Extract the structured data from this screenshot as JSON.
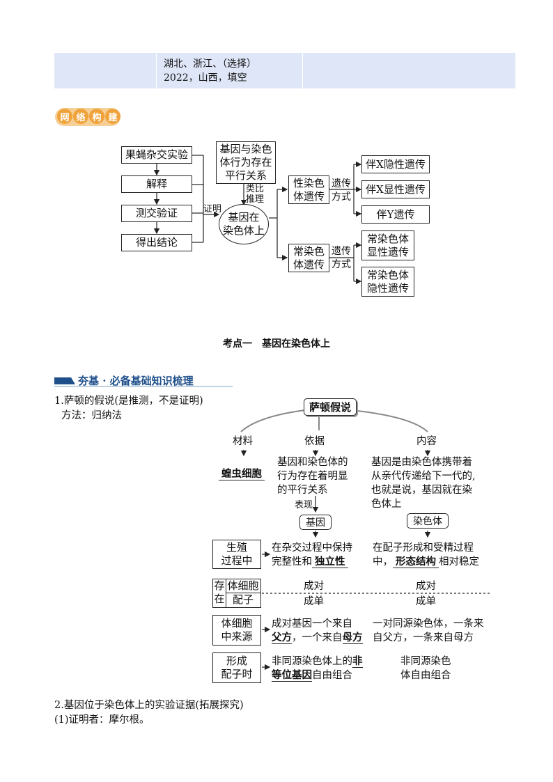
{
  "table_row": {
    "line1": "湖北、浙江、（选择）",
    "line2": "2022，山西，填空"
  },
  "badge": {
    "chars": [
      "网",
      "络",
      "构",
      "建"
    ]
  },
  "network": {
    "left_steps": [
      "果蝇杂交实验",
      "解释",
      "测交验证",
      "得出结论"
    ],
    "proof_label": "证明",
    "theory_box": [
      "基因与染色",
      "体行为存在",
      "平行关系"
    ],
    "analogy_label": [
      "类比",
      "推理"
    ],
    "center_oval": [
      "基因在",
      "染色体上"
    ],
    "sex_chrom": [
      "性染色",
      "体遗传"
    ],
    "auto_chrom": [
      "常染色",
      "体遗传"
    ],
    "inherit_mode": [
      "遗传",
      "方式"
    ],
    "sex_types": [
      "伴X隐性遗传",
      "伴X显性遗传",
      "伴Y遗传"
    ],
    "auto_types": [
      [
        "常染色体",
        "显性遗传"
      ],
      [
        "常染色体",
        "隐性遗传"
      ]
    ]
  },
  "section_title": "考点一　基因在染色体上",
  "banner": {
    "text": "夯基 · 必备基础知识梳理"
  },
  "point1": {
    "title": "1.萨顿的假说(是推测，不是证明)",
    "method": "方法：归纳法"
  },
  "sutton": {
    "head": "萨顿假说",
    "cols": [
      "材料",
      "依据",
      "内容"
    ],
    "material_answer": "蝗虫细胞",
    "basis": [
      "基因和染色体的",
      "行为存在着明显",
      "的平行关系"
    ],
    "content": [
      "基因是由染色体携带着",
      "从亲代传递给下一代的,",
      "也就是说，基因就在染",
      "色体上"
    ],
    "express": "表现",
    "gene": "基因",
    "chrom": "染色体",
    "rows": [
      {
        "label": [
          "生殖",
          "过程中"
        ],
        "gene_pre": "在杂交过程中保持",
        "gene_pre2": "完整性和",
        "gene_ans": "独立性",
        "chrom_line1": "在配子形成和受精过程",
        "chrom_pre": "中，",
        "chrom_ans": "形态结构",
        "chrom_post": "相对稳定"
      },
      {
        "label_a": [
          "存",
          "在"
        ],
        "label_b": [
          "体细胞",
          "配子"
        ],
        "gene": [
          "成对",
          "成单"
        ],
        "chrom": [
          "成对",
          "成单"
        ]
      },
      {
        "label": [
          "体细胞",
          "中来源"
        ],
        "gene_l1": "成对基因一个来自",
        "gene_ans1": "父方",
        "gene_mid": "，一个来自",
        "gene_ans2": "母方",
        "chrom": [
          "一对同源染色体，一条来",
          "自父方，一条来自母方"
        ]
      },
      {
        "label": [
          "形成",
          "配子时"
        ],
        "gene_pre": "非同源染色体上的",
        "gene_ans_a": "非",
        "gene_ans_b": "等位基因",
        "gene_post": "自由组合",
        "chrom": [
          "非同源染色",
          "体自由组合"
        ]
      }
    ]
  },
  "point2": {
    "title": "2.基因位于染色体上的实验证据(拓展探究)",
    "sub": "(1)证明者：摩尔根。"
  }
}
